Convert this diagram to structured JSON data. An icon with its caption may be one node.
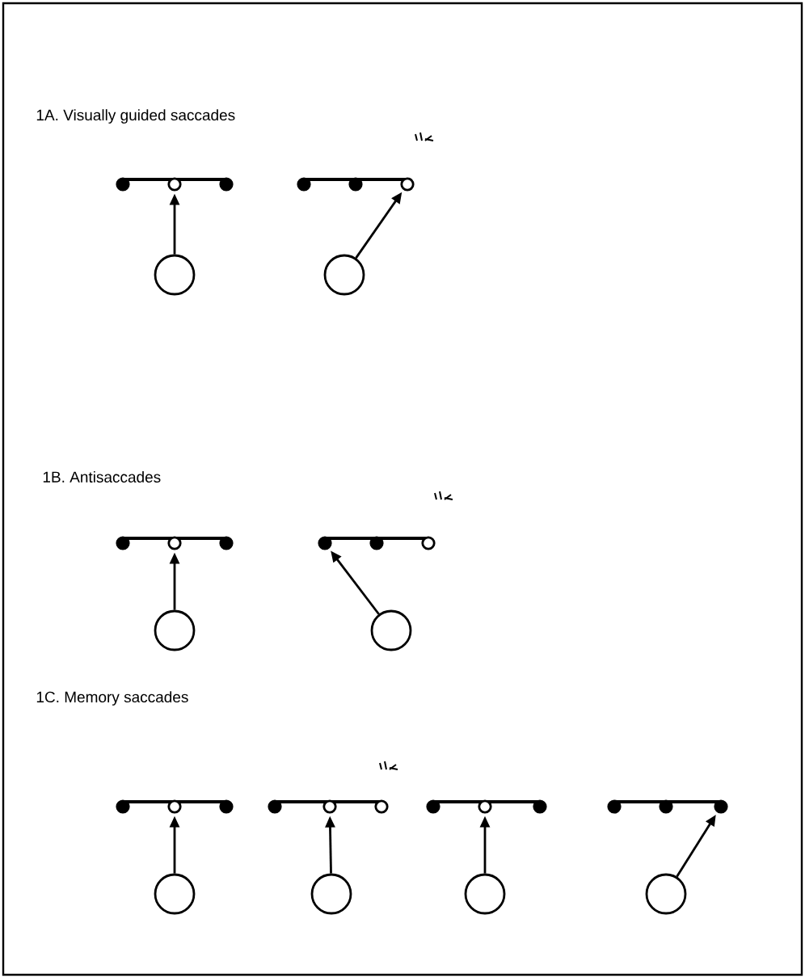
{
  "diagram": {
    "nodes": [
      {
        "text": [],
        "shape": "circle"
      },
      {
        "text": [],
        "shape": "circle"
      },
      {
        "text": [],
        "shape": "circle"
      },
      {
        "text": [],
        "shape": "circle"
      },
      {
        "text": [],
        "shape": "circle"
      },
      {
        "text": [],
        "shape": "circle"
      },
      {
        "text": [],
        "shape": "circle"
      },
      {
        "text": [],
        "shape": "circle"
      },
      {
        "text": [],
        "shape": "circle"
      },
      {
        "text": [],
        "shape": "circle"
      },
      {
        "text": [],
        "shape": "circle"
      },
      {
        "text": [],
        "shape": "circle"
      },
      {
        "text": [],
        "shape": "circle"
      },
      {
        "text": [],
        "shape": "circle"
      },
      {
        "text": [],
        "shape": "circle"
      },
      {
        "text": [],
        "shape": "circle"
      }
    ],
    "edges": [
      {
        "from": 1,
        "to": 0,
        "arrow": "to"
      },
      {
        "from": 3,
        "to": 2,
        "arrow": "to"
      },
      {
        "from": 5,
        "to": 4,
        "arrow": "to"
      },
      {
        "from": 7,
        "to": 6,
        "arrow": "to"
      },
      {
        "from": 9,
        "to": 8,
        "arrow": "to"
      },
      {
        "from": 11,
        "to": 10,
        "arrow": "to"
      },
      {
        "from": 13,
        "to": 12,
        "arrow": "to"
      },
      {
        "from": 15,
        "to": 14,
        "arrow": "to"
      }
    ],
    "labels": [
      "1A. Visually guided saccades",
      "1B. Antisaccades",
      "1C. Memory saccades"
    ]
  }
}
